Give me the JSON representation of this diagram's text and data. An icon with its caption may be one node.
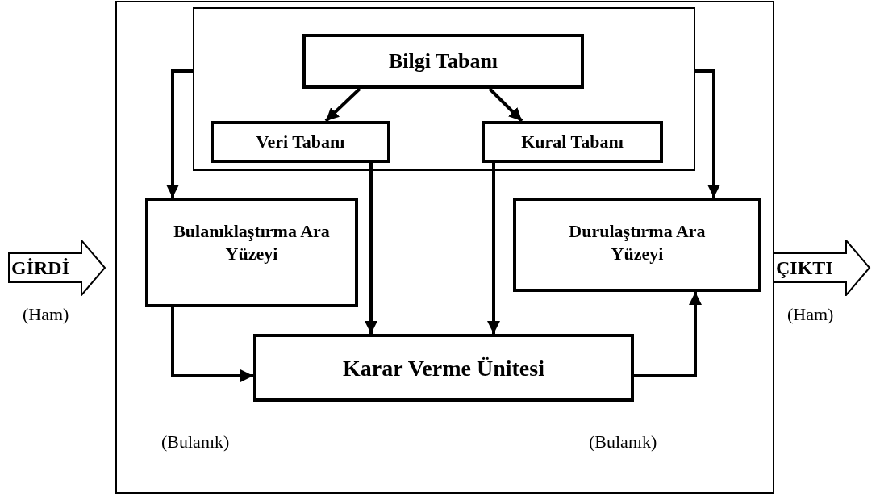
{
  "diagram": {
    "nodes": [
      {
        "text": [],
        "shape": "box"
      },
      {
        "text": [],
        "shape": "box",
        "in": 0
      },
      {
        "text": [
          "Bilgi Tabanı"
        ],
        "in": 1
      },
      {
        "text": [
          "Veri Tabanı"
        ],
        "in": 1
      },
      {
        "text": [
          "Kural Tabanı"
        ],
        "in": 1
      },
      {
        "text": [
          "Bulanıklaştırma Ara Yüzeyi"
        ],
        "in": 0
      },
      {
        "text": [
          "Durulaştırma Ara Yüzeyi"
        ],
        "in": 0
      },
      {
        "text": [
          "Karar Verme Ünitesi"
        ],
        "in": 0
      },
      {
        "text": [
          "GİRDİ"
        ],
        "beside": [
          "(Ham)"
        ]
      },
      {
        "text": [
          "ÇIKTI"
        ],
        "beside": [
          "(Ham)"
        ]
      }
    ],
    "edges": [
      {
        "from": 2,
        "to": 3,
        "arrow": "to"
      },
      {
        "from": 2,
        "to": 4,
        "arrow": "to"
      },
      {
        "from": 1,
        "to": 5,
        "arrow": "to"
      },
      {
        "from": 1,
        "to": 6,
        "arrow": "to"
      },
      {
        "from": 3,
        "to": 7,
        "arrow": "to"
      },
      {
        "from": 4,
        "to": 7,
        "arrow": "to"
      },
      {
        "from": 5,
        "to": 7,
        "arrow": "to"
      },
      {
        "from": 7,
        "to": 6,
        "arrow": "to"
      }
    ],
    "labels": [
      "(Bulanık)",
      "(Bulanık)"
    ]
  }
}
